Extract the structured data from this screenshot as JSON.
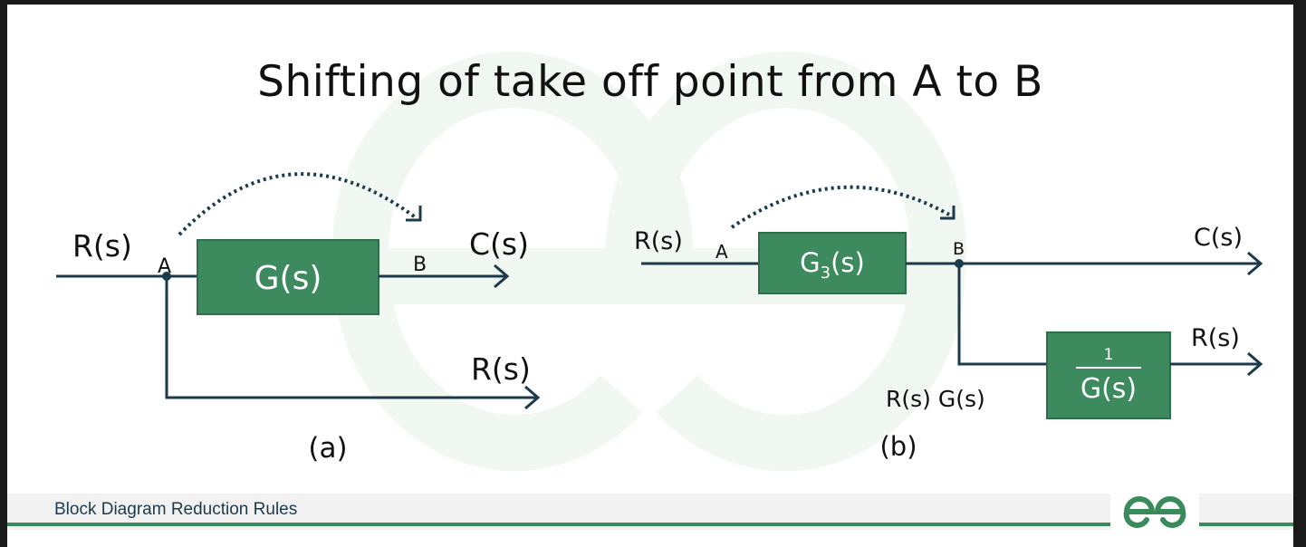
{
  "title": "Shifting of take off point from A  to B",
  "footer": {
    "label": "Block Diagram Reduction Rules",
    "logo_icon": "gfg-logo-icon"
  },
  "colors": {
    "block_fill": "#3c8a5e",
    "line": "#1b3a4b",
    "watermark": "#f1f7f1",
    "footer_line": "#3a8b5c"
  },
  "diagram_a": {
    "input_label": "R(s)",
    "point_a": "A",
    "point_b": "B",
    "block_label": "G(s)",
    "output_label": "C(s)",
    "branch_label": "R(s)",
    "caption": "(a)"
  },
  "diagram_b": {
    "input_label": "R(s)",
    "point_a": "A",
    "point_b": "B",
    "block_label_main": "G",
    "block_label_sub": "3",
    "block_label_tail": "(s)",
    "output_label": "C(s)",
    "inverse_numerator": "1",
    "inverse_denominator": "G(s)",
    "inverse_output_label": "R(s)",
    "branch_label": "R(s) G(s)",
    "caption": "(b)"
  }
}
